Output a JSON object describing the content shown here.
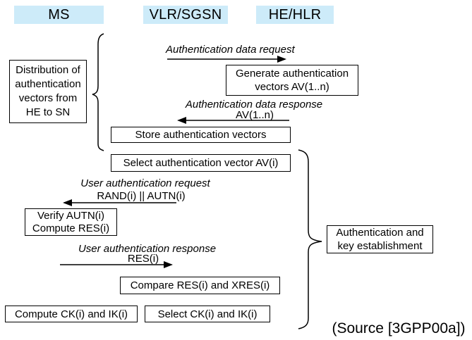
{
  "entities": [
    {
      "label": "MS"
    },
    {
      "label": "VLR/SGSN"
    },
    {
      "label": "HE/HLR"
    }
  ],
  "boxes": {
    "distribution": {
      "lines": [
        "Distribution of",
        "authentication",
        "vectors from",
        "HE to SN"
      ]
    },
    "generate": {
      "lines": [
        "Generate authentication",
        "vectors AV(1..n)"
      ]
    },
    "store": {
      "label": "Store authentication vectors"
    },
    "select_av": {
      "label": "Select authentication vector AV(i)"
    },
    "verify": {
      "lines": [
        "Verify AUTN(i)",
        "Compute RES(i)"
      ]
    },
    "compare": {
      "label": "Compare RES(i) and XRES(i)"
    },
    "compute_ck": {
      "label": "Compute CK(i) and IK(i)"
    },
    "select_ck": {
      "label": "Select CK(i) and IK(i)"
    },
    "auth_key": {
      "lines": [
        "Authentication and",
        "key establishment"
      ]
    }
  },
  "messages": {
    "auth_data_request": {
      "label": "Authentication data request",
      "direction": "right"
    },
    "auth_data_response": {
      "label": "Authentication data response",
      "params": "AV(1..n)",
      "direction": "left"
    },
    "user_auth_request": {
      "label": "User authentication request",
      "params": "RAND(i) || AUTN(i)",
      "direction": "left"
    },
    "user_auth_response": {
      "label": "User authentication response",
      "params": "RES(i)",
      "direction": "right"
    }
  },
  "source_note": "(Source [3GPP00a])",
  "colors": {
    "header_bg": "#cdebf9",
    "line": "#000000",
    "box_border": "#000000",
    "background": "#ffffff"
  }
}
